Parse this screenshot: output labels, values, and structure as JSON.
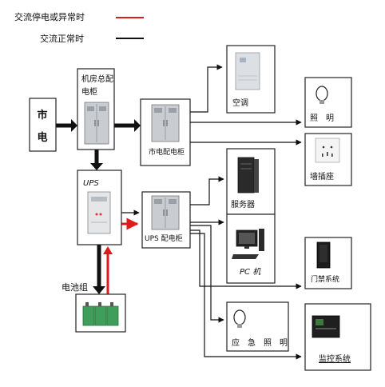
{
  "colors": {
    "abnormal": "#e01a1a",
    "normal": "#111111",
    "cabinet": "#c9cdd1",
    "battery": "#3f9e5a"
  },
  "legend": {
    "abnormal_label": "交流停电或异常时",
    "normal_label": "交流正常时"
  },
  "nodes": {
    "city_power_1": "市",
    "city_power_2": "电",
    "main_cabinet_1": "机房总配",
    "main_cabinet_2": "电柜",
    "mains_cabinet": "市电配电柜",
    "ups": "UPS",
    "ups_cabinet": "UPS 配电柜",
    "battery": "电池组"
  },
  "loads": {
    "air_conditioner": "空调",
    "lighting": "照　明",
    "wall_socket": "墙插座",
    "server": "服务器",
    "pc": "PC 机",
    "access_control": "门禁系统",
    "emergency_lighting": "应　急　照　明",
    "monitoring": "监控系统"
  },
  "icons": [
    "cabinet-icon",
    "ups-cabinet-icon",
    "battery-icon",
    "air-conditioner-icon",
    "bulb-icon",
    "socket-icon",
    "server-tower-icon",
    "pc-icon",
    "card-reader-icon",
    "camera-dvr-icon"
  ]
}
